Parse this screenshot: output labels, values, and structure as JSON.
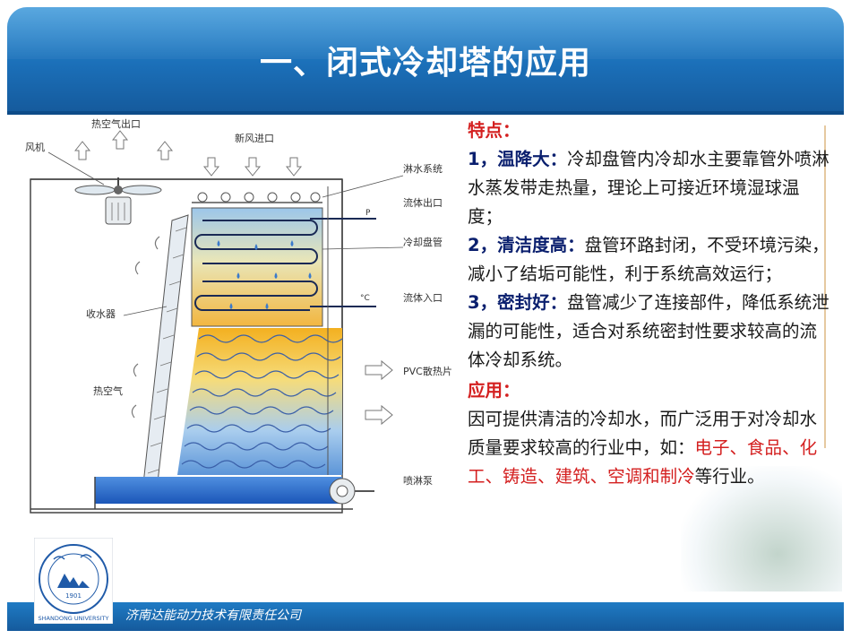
{
  "title": "一、闭式冷却塔的应用",
  "figure": {
    "labels": {
      "hot_air_outlet": "热空气出口",
      "fan": "风机",
      "fresh_air_inlet": "新风进口",
      "spray_system": "淋水系统",
      "fluid_outlet": "流体出口",
      "cooling_coil": "冷却盘管",
      "fluid_inlet": "流体入口",
      "water_collector": "收水器",
      "pvc_fill": "PVC散热片",
      "hot_air": "热空气",
      "spray_pump": "喷淋泵",
      "p_gauge": "P",
      "t_gauge": "°C"
    }
  },
  "features": {
    "heading": "特点：",
    "items": [
      {
        "num": "1，",
        "title": "温降大：",
        "text": "冷却盘管内冷却水主要靠管外喷淋水蒸发带走热量，理论上可接近环境湿球温度；"
      },
      {
        "num": "2，",
        "title": "清洁度高：",
        "text": "盘管环路封闭，不受环境污染，减小了结垢可能性，利于系统高效运行；"
      },
      {
        "num": "3，",
        "title": "密封好：",
        "text": "盘管减少了连接部件，降低系统泄漏的可能性，适合对系统密封性要求较高的流体冷却系统。"
      }
    ]
  },
  "application": {
    "heading": "应用：",
    "intro": "因可提供清洁的冷却水，而广泛用于对冷却水质量要求较高的行业中，如：",
    "industries": [
      "电子",
      "食品",
      "化工",
      "铸造",
      "建筑",
      "空调",
      "制冷"
    ],
    "sep": "、",
    "and": "和",
    "suffix": "等行业。"
  },
  "logo": {
    "year": "1901",
    "name": "SHANDONG UNIVERSITY"
  },
  "footer": {
    "company": "济南达能动力技术有限责任公司"
  },
  "colors": {
    "header": "#1b6fb8",
    "heading_red": "#d42020",
    "title_blue": "#0a1f6e"
  }
}
